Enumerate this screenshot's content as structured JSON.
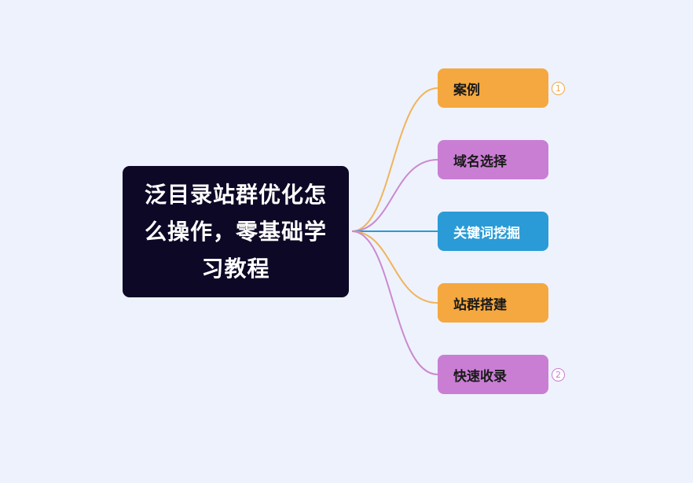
{
  "mindmap": {
    "root": {
      "title": "泛目录站群优化怎么操作，零基础学习教程"
    },
    "branches": [
      {
        "label": "案例",
        "color": "#f5a83f",
        "badge": "1"
      },
      {
        "label": "域名选择",
        "color": "#c97ed4"
      },
      {
        "label": "关键词挖掘",
        "color": "#2a9bd6"
      },
      {
        "label": "站群搭建",
        "color": "#f5a83f"
      },
      {
        "label": "快速收录",
        "color": "#c97ed4",
        "badge": "2"
      }
    ]
  }
}
